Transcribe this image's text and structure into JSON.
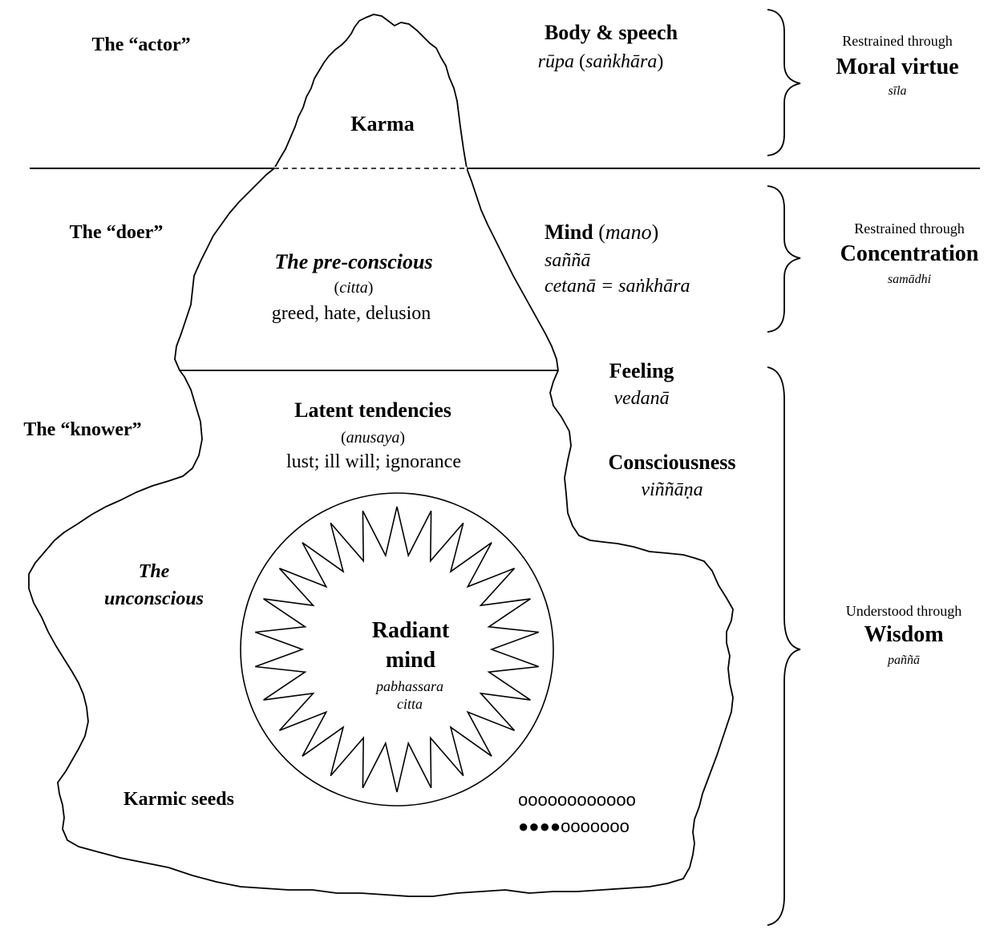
{
  "left_labels": {
    "actor": "The “actor”",
    "doer": "The “doer”",
    "knower": "The “knower”",
    "unconscious_line1": "The",
    "unconscious_line2": "unconscious",
    "karmic_seeds": "Karmic seeds"
  },
  "iceberg": {
    "karma": "Karma",
    "preconscious_title": "The pre-conscious",
    "preconscious_pali": "citta",
    "preconscious_list": "greed, hate, delusion",
    "latent_title": "Latent tendencies",
    "latent_pali": "anusaya",
    "latent_list": "lust; ill will; ignorance",
    "radiant_line1": "Radiant",
    "radiant_line2": "mind",
    "radiant_pali_line1": "pabhassara",
    "radiant_pali_line2": "citta",
    "seeds_row1": "oooooooooooo",
    "seeds_row2_filled": "●●●●",
    "seeds_row2_empty": "ooooooo"
  },
  "right_labels": {
    "body_speech": "Body & speech",
    "rupa": "rūpa",
    "sankhara_paren": "saṅkhāra",
    "mind": "Mind",
    "mano": "mano",
    "sanna": "saññā",
    "cetana_line": "cetanā = saṅkhāra",
    "feeling": "Feeling",
    "vedana": "vedanā",
    "consciousness": "Consciousness",
    "vinnana": "viññāṇa"
  },
  "brackets": {
    "sila": {
      "prefix": "Restrained through",
      "title": "Moral virtue",
      "pali": "sīla"
    },
    "samadhi": {
      "prefix": "Restrained through",
      "title": "Concentration",
      "pali": "samādhi"
    },
    "panna": {
      "prefix": "Understood through",
      "title": "Wisdom",
      "pali": "paññā"
    }
  }
}
